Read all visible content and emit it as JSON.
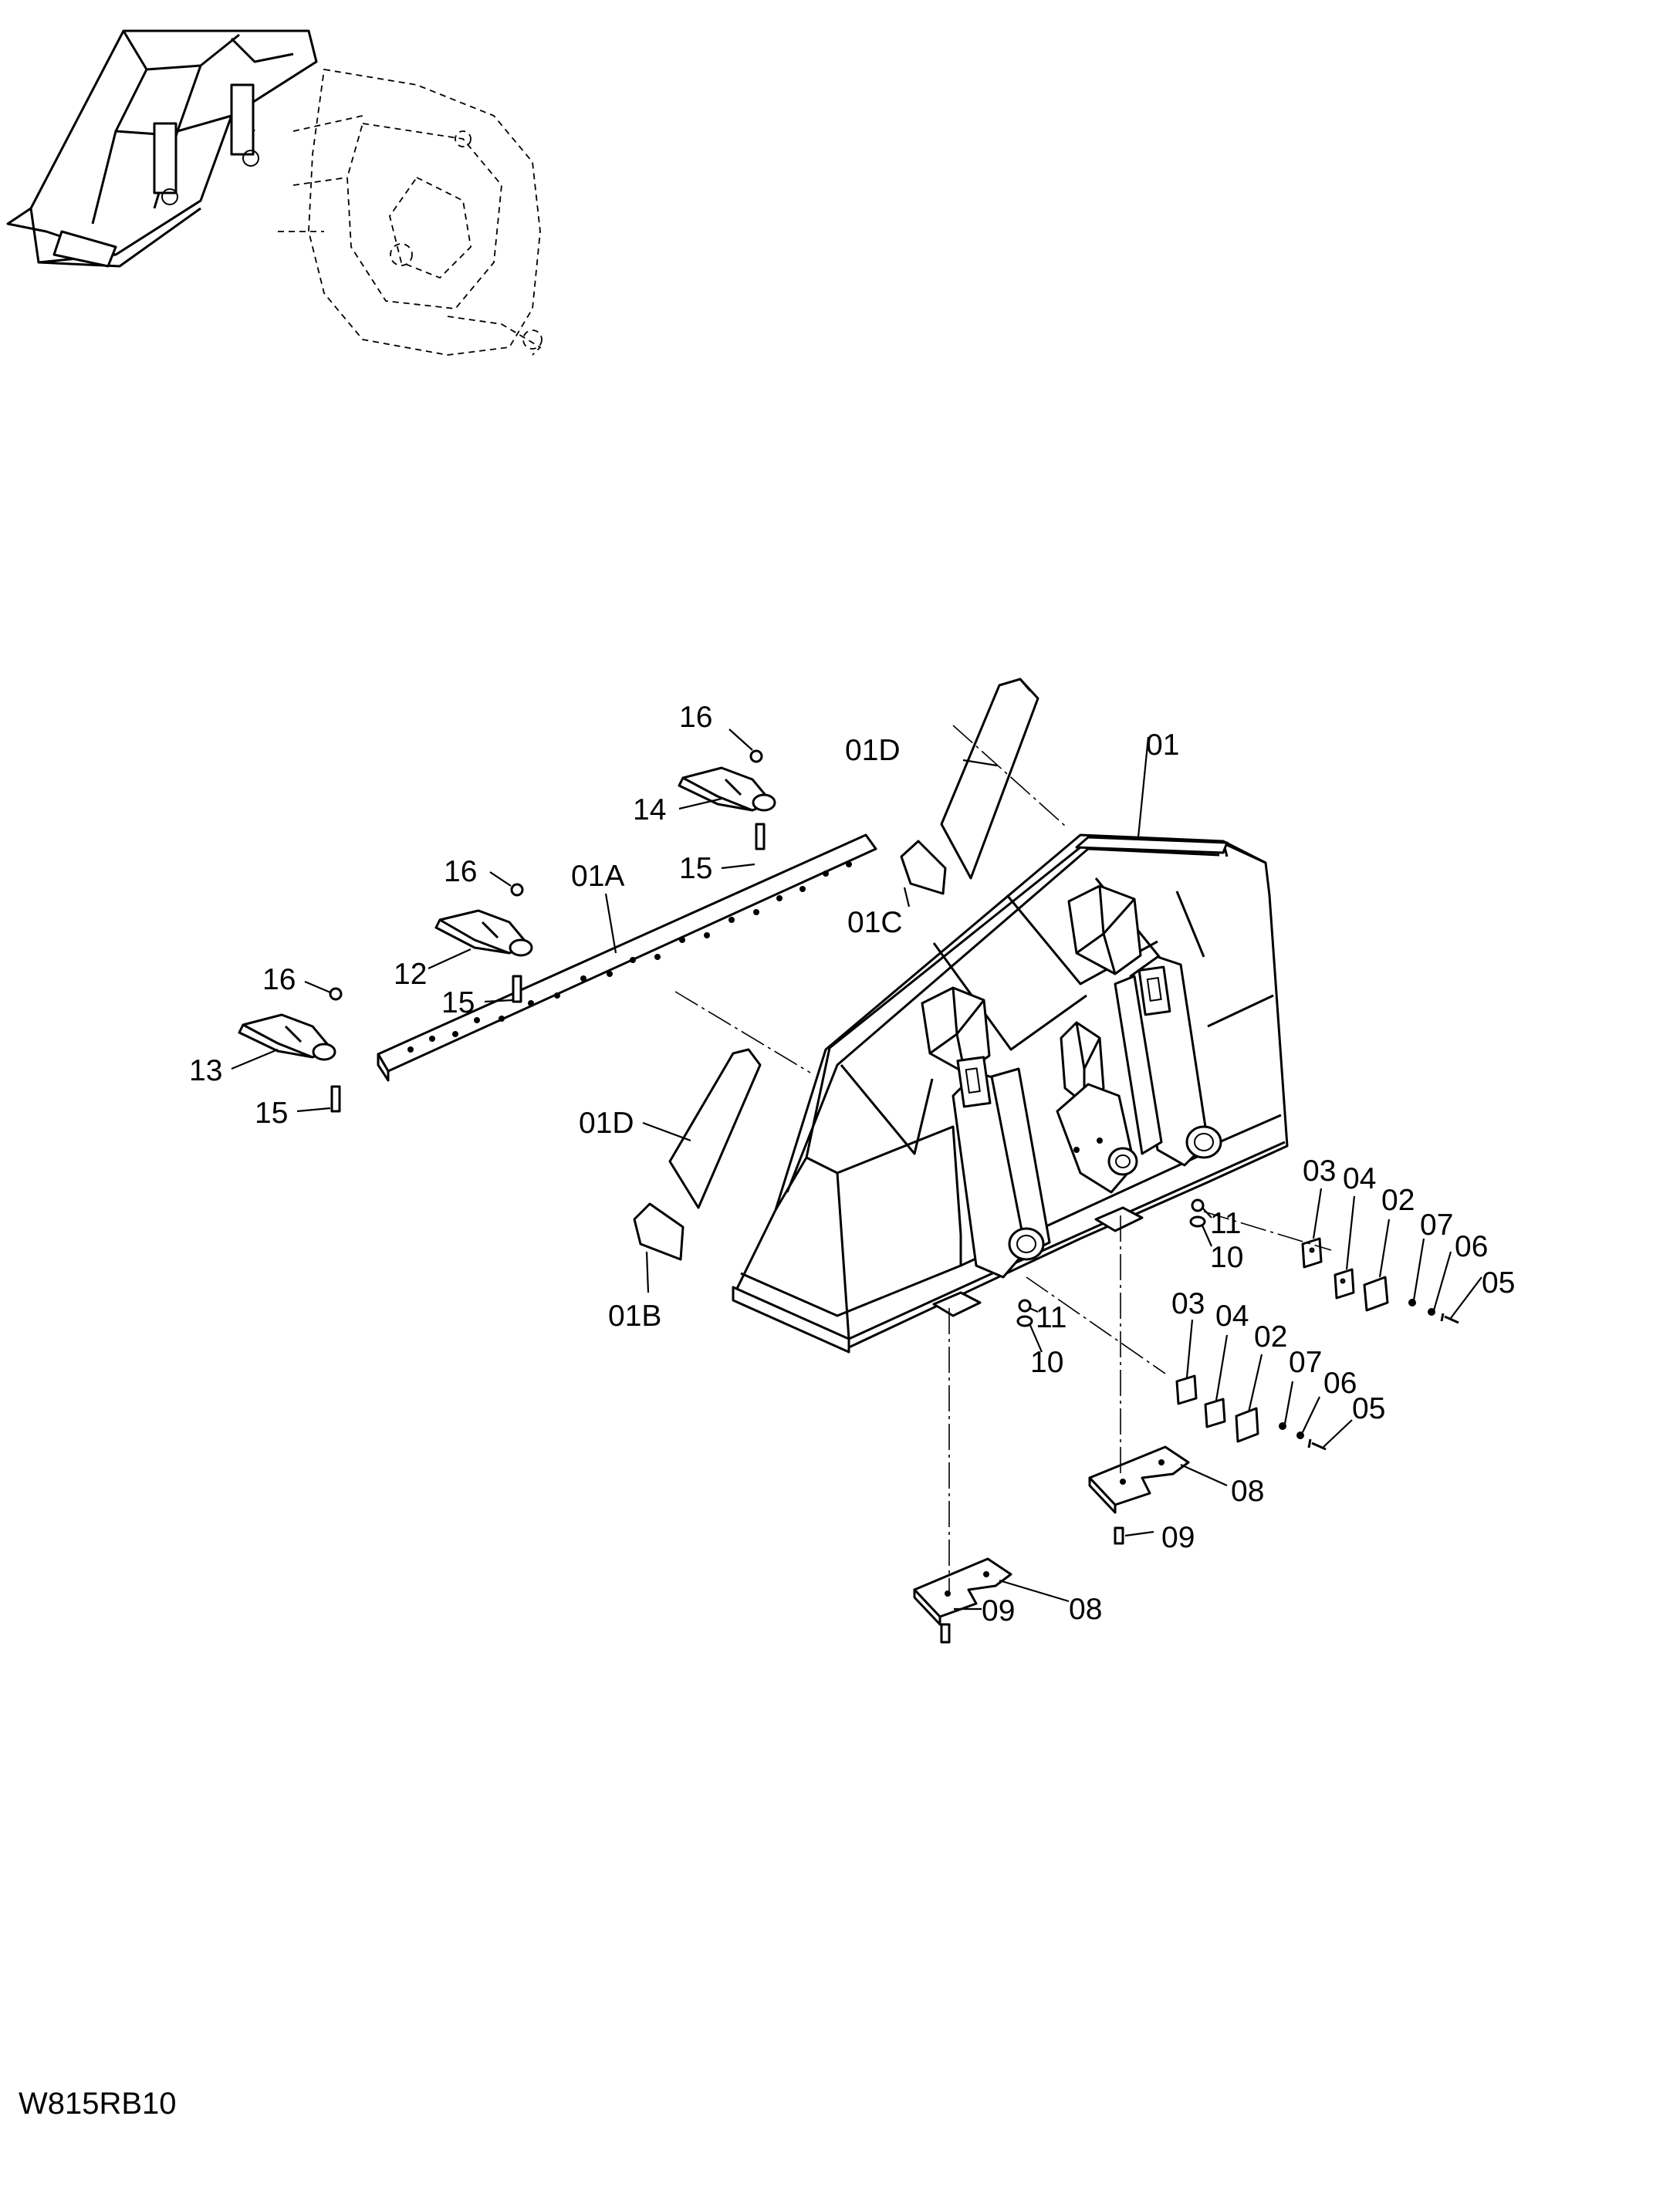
{
  "diagram": {
    "drawing_code": "W815RB10",
    "callouts": [
      {
        "id": "c-16a",
        "label": "16"
      },
      {
        "id": "c-01d-top",
        "label": "01D"
      },
      {
        "id": "c-01",
        "label": "01"
      },
      {
        "id": "c-14",
        "label": "14"
      },
      {
        "id": "c-15a",
        "label": "15"
      },
      {
        "id": "c-16b",
        "label": "16"
      },
      {
        "id": "c-01a",
        "label": "01A"
      },
      {
        "id": "c-01c",
        "label": "01C"
      },
      {
        "id": "c-12",
        "label": "12"
      },
      {
        "id": "c-15b",
        "label": "15"
      },
      {
        "id": "c-16c",
        "label": "16"
      },
      {
        "id": "c-13",
        "label": "13"
      },
      {
        "id": "c-15c",
        "label": "15"
      },
      {
        "id": "c-01d-left",
        "label": "01D"
      },
      {
        "id": "c-01b",
        "label": "01B"
      },
      {
        "id": "c-03a",
        "label": "03"
      },
      {
        "id": "c-04a",
        "label": "04"
      },
      {
        "id": "c-02a",
        "label": "02"
      },
      {
        "id": "c-07a",
        "label": "07"
      },
      {
        "id": "c-06a",
        "label": "06"
      },
      {
        "id": "c-05a",
        "label": "05"
      },
      {
        "id": "c-11a",
        "label": "11"
      },
      {
        "id": "c-10a",
        "label": "10"
      },
      {
        "id": "c-11b",
        "label": "11"
      },
      {
        "id": "c-10b",
        "label": "10"
      },
      {
        "id": "c-03b",
        "label": "03"
      },
      {
        "id": "c-04b",
        "label": "04"
      },
      {
        "id": "c-02b",
        "label": "02"
      },
      {
        "id": "c-07b",
        "label": "07"
      },
      {
        "id": "c-06b",
        "label": "06"
      },
      {
        "id": "c-05b",
        "label": "05"
      },
      {
        "id": "c-08a",
        "label": "08"
      },
      {
        "id": "c-09a",
        "label": "09"
      },
      {
        "id": "c-09b",
        "label": "09"
      },
      {
        "id": "c-08b",
        "label": "08"
      }
    ]
  }
}
